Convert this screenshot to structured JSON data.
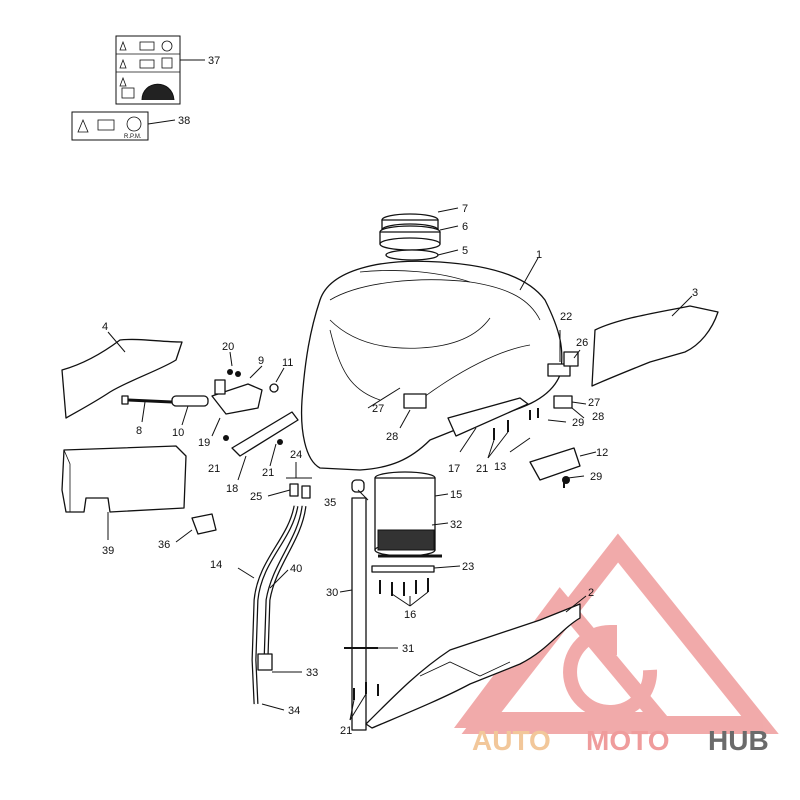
{
  "callouts": {
    "c1": "1",
    "c2": "2",
    "c3": "3",
    "c4": "4",
    "c5": "5",
    "c6": "6",
    "c7": "7",
    "c8": "8",
    "c9": "9",
    "c10": "10",
    "c11": "11",
    "c12": "12",
    "c13": "13",
    "c14": "14",
    "c15": "15",
    "c16": "16",
    "c17": "17",
    "c18": "18",
    "c19": "19",
    "c20": "20",
    "c21a": "21",
    "c21b": "21",
    "c21c": "21",
    "c21d": "21",
    "c22": "22",
    "c23": "23",
    "c24": "24",
    "c25": "25",
    "c26": "26",
    "c27a": "27",
    "c27b": "27",
    "c28a": "28",
    "c28b": "28",
    "c29a": "29",
    "c29b": "29",
    "c30": "30",
    "c31": "31",
    "c32": "32",
    "c33": "33",
    "c34": "34",
    "c35": "35",
    "c36": "36",
    "c37": "37",
    "c38": "38",
    "c39": "39",
    "c40": "40"
  },
  "warning_label": {
    "rpm_text": "R.P.M."
  },
  "watermark": {
    "part1": "AUTO",
    "part2": "MOTO",
    "part3": "HUB",
    "color_primary": "#f0a6a6",
    "color_secondary": "#f2c79a",
    "color_dark": "#6b6b6b"
  }
}
